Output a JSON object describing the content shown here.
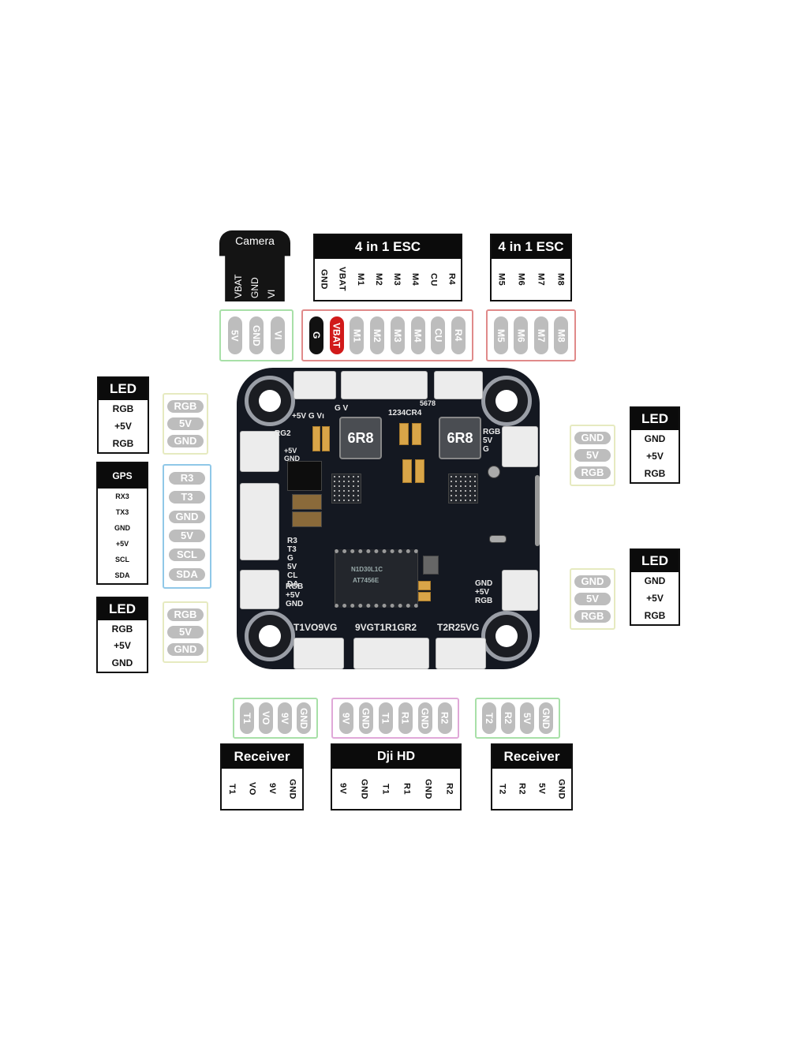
{
  "camera": {
    "title": "Camera",
    "pins": [
      "VBAT",
      "GND",
      "VI"
    ]
  },
  "camera_pads": [
    "5V",
    "GND",
    "VI"
  ],
  "esc1": {
    "title": "4 in 1 ESC",
    "pins": [
      "GND",
      "VBAT",
      "M1",
      "M2",
      "M3",
      "M4",
      "CU",
      "R4"
    ]
  },
  "esc1_pads": [
    "G",
    "VBAT",
    "M1",
    "M2",
    "M3",
    "M4",
    "CU",
    "R4"
  ],
  "esc2": {
    "title": "4 in 1 ESC",
    "pins": [
      "M5",
      "M6",
      "M7",
      "M8"
    ]
  },
  "esc2_pads": [
    "M5",
    "M6",
    "M7",
    "M8"
  ],
  "led_left_top": {
    "title": "LED",
    "pins": [
      "RGB",
      "+5V",
      "RGB"
    ]
  },
  "led_left_top_pads": [
    "RGB",
    "5V",
    "GND"
  ],
  "gps": {
    "title": "GPS",
    "pins": [
      "RX3",
      "TX3",
      "GND",
      "+5V",
      "SCL",
      "SDA"
    ]
  },
  "gps_pads": [
    "R3",
    "T3",
    "GND",
    "5V",
    "SCL",
    "SDA"
  ],
  "led_left_bottom": {
    "title": "LED",
    "pins": [
      "RGB",
      "+5V",
      "GND"
    ]
  },
  "led_left_bottom_pads": [
    "RGB",
    "5V",
    "GND"
  ],
  "led_right_top": {
    "title": "LED",
    "pins": [
      "GND",
      "+5V",
      "RGB"
    ]
  },
  "led_right_top_pads": [
    "GND",
    "5V",
    "RGB"
  ],
  "led_right_bottom": {
    "title": "LED",
    "pins": [
      "GND",
      "+5V",
      "RGB"
    ]
  },
  "led_right_bottom_pads": [
    "GND",
    "5V",
    "RGB"
  ],
  "receiver1": {
    "title": "Receiver",
    "pins": [
      "T1",
      "VO",
      "9V",
      "GND"
    ]
  },
  "receiver1_pads": [
    "T1",
    "VO",
    "9V",
    "GND"
  ],
  "djihd": {
    "title": "Dji HD",
    "pins": [
      "9V",
      "GND",
      "T1",
      "R1",
      "GND",
      "R2"
    ]
  },
  "djihd_pads": [
    "9V",
    "GND",
    "T1",
    "R1",
    "GND",
    "R2"
  ],
  "receiver2": {
    "title": "Receiver",
    "pins": [
      "T2",
      "R2",
      "5V",
      "GND"
    ]
  },
  "receiver2_pads": [
    "T2",
    "R2",
    "5V",
    "GND"
  ],
  "board": {
    "inductor": "6R8",
    "silk_top_left": "+5V G Vı",
    "silk_top_mid": "G V",
    "silk_top_right_num": "5678",
    "silk_top_right": "1234CR4",
    "silk_left_top": "RG2",
    "silk_left_top2": "+5V",
    "silk_left_top3": "GND",
    "silk_left_mid": [
      "R3",
      "T3",
      "G",
      "5V",
      "CL",
      "DA"
    ],
    "silk_left_bottom": [
      "RGB",
      "+5V",
      "GND"
    ],
    "silk_right_top": [
      "RGB",
      "5V",
      "G"
    ],
    "silk_right_bottom": [
      "GND",
      "+5V",
      "RGB"
    ],
    "silk_bottom_left": "T1VO9VG",
    "silk_bottom_mid": "9VGT1R1GR2",
    "silk_bottom_right": "T2R25VG",
    "chip_text": [
      "N1D30L1C",
      "AT7456E"
    ]
  }
}
